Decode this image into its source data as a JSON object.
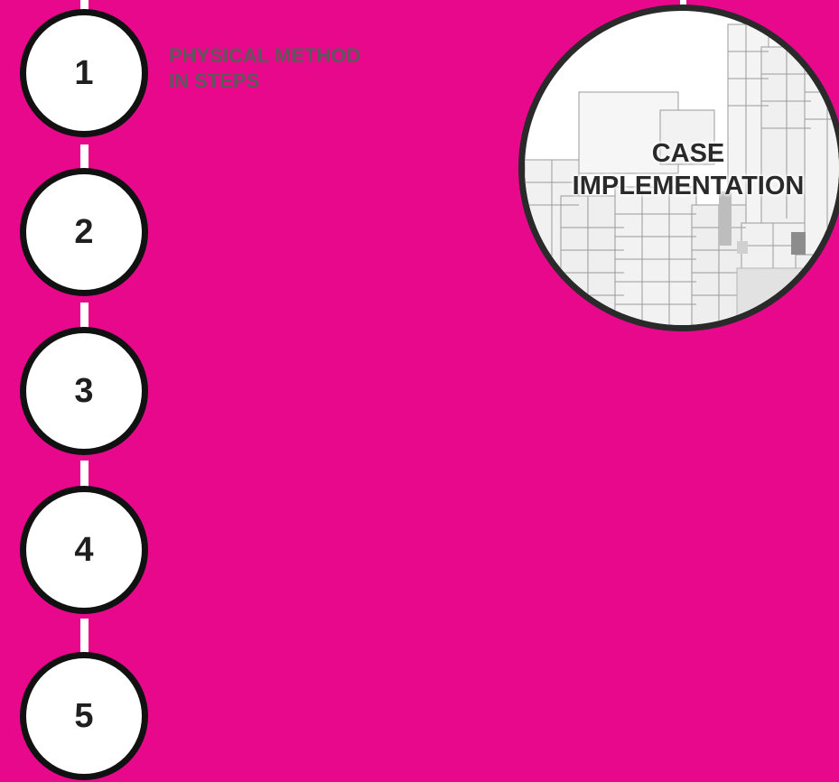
{
  "steps": [
    {
      "number": "1",
      "title_lines": [
        "PHYSICAL METHOD",
        "IN STEPS"
      ]
    },
    {
      "number": "2"
    },
    {
      "number": "3"
    },
    {
      "number": "4"
    },
    {
      "number": "5"
    }
  ],
  "case": {
    "title_lines": [
      "CASE",
      "IMPLEMENTATION"
    ]
  },
  "colors": {
    "background": "#E8088C",
    "circle_fill": "#ffffff",
    "circle_stroke": "#111111",
    "title_text": "#5a5a5a"
  }
}
